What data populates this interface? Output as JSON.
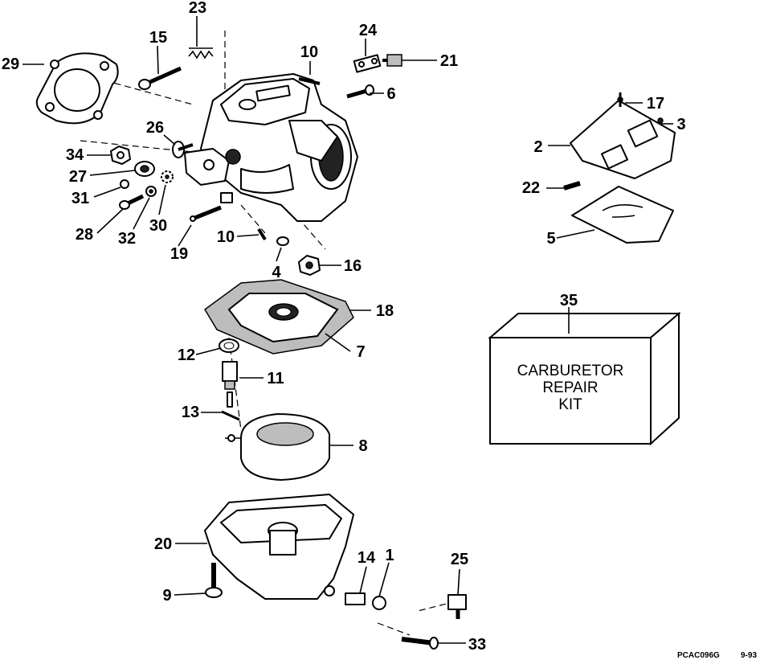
{
  "callouts": {
    "c1": "1",
    "c2": "2",
    "c3": "3",
    "c4": "4",
    "c5": "5",
    "c6": "6",
    "c7": "7",
    "c8": "8",
    "c9": "9",
    "c10a": "10",
    "c10b": "10",
    "c11": "11",
    "c12": "12",
    "c13": "13",
    "c14": "14",
    "c15": "15",
    "c16": "16",
    "c17": "17",
    "c18": "18",
    "c19": "19",
    "c20": "20",
    "c21": "21",
    "c22": "22",
    "c23": "23",
    "c24": "24",
    "c25": "25",
    "c26": "26",
    "c27": "27",
    "c28": "28",
    "c29": "29",
    "c30": "30",
    "c31": "31",
    "c32": "32",
    "c33": "33",
    "c34": "34",
    "c35": "35"
  },
  "kit": {
    "line1": "CARBURETOR",
    "line2": "REPAIR",
    "line3": "KIT"
  },
  "footer": {
    "code": "PCAC096G",
    "date": "9-93"
  }
}
